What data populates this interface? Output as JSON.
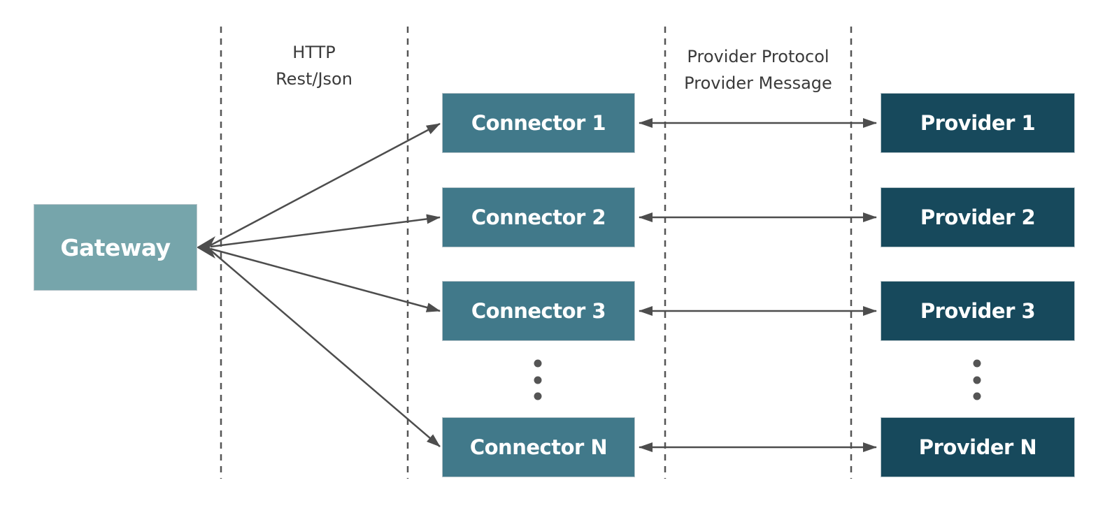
{
  "diagram": {
    "gateway": {
      "label": "Gateway"
    },
    "lane_labels": {
      "http": [
        "HTTP",
        "Rest/Json"
      ],
      "provider": [
        "Provider Protocol",
        "Provider Message"
      ]
    },
    "connectors": [
      {
        "label": "Connector 1"
      },
      {
        "label": "Connector 2"
      },
      {
        "label": "Connector 3"
      },
      {
        "label": "Connector N"
      }
    ],
    "providers": [
      {
        "label": "Provider 1"
      },
      {
        "label": "Provider 2"
      },
      {
        "label": "Provider 3"
      },
      {
        "label": "Provider N"
      }
    ],
    "icons": {
      "connector_ellipsis": "vertical-ellipsis-icon",
      "provider_ellipsis": "vertical-ellipsis-icon"
    },
    "colors": {
      "gateway_fill": "#76a5ab",
      "connector_fill": "#41798a",
      "provider_fill": "#17495c",
      "arrow": "#4d4d4d",
      "dashed_line": "#555555",
      "lane_text": "#3a3a3a",
      "box_text": "#ffffff",
      "background": "#ffffff"
    }
  }
}
